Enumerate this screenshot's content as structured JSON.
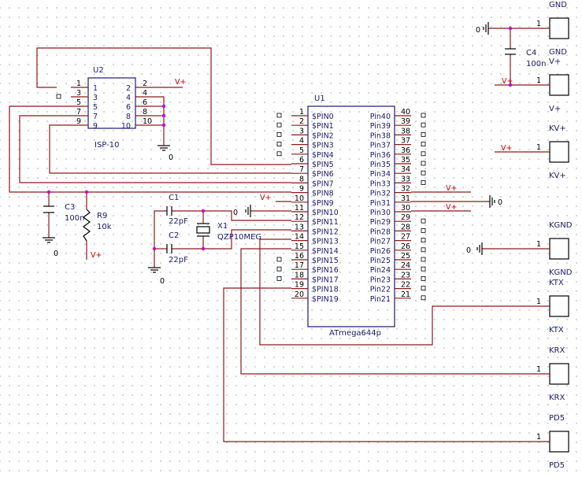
{
  "u1": {
    "ref": "U1",
    "name": "ATmega644p",
    "left_pins": [
      {
        "num": "1",
        "label": "$PIN0"
      },
      {
        "num": "2",
        "label": "$PIN1"
      },
      {
        "num": "3",
        "label": "$PIN2"
      },
      {
        "num": "4",
        "label": "$PIN3"
      },
      {
        "num": "5",
        "label": "$PIN4"
      },
      {
        "num": "6",
        "label": "$PIN5"
      },
      {
        "num": "7",
        "label": "$PIN6"
      },
      {
        "num": "8",
        "label": "$PIN7"
      },
      {
        "num": "9",
        "label": "$PIN8"
      },
      {
        "num": "10",
        "label": "$PIN9"
      },
      {
        "num": "11",
        "label": "$PIN10"
      },
      {
        "num": "12",
        "label": "$PIN11"
      },
      {
        "num": "13",
        "label": "$PIN12"
      },
      {
        "num": "14",
        "label": "$PIN13"
      },
      {
        "num": "15",
        "label": "$PIN14"
      },
      {
        "num": "16",
        "label": "$PIN15"
      },
      {
        "num": "17",
        "label": "$PIN16"
      },
      {
        "num": "18",
        "label": "$PIN17"
      },
      {
        "num": "19",
        "label": "$PIN18"
      },
      {
        "num": "20",
        "label": "$PIN19"
      }
    ],
    "right_pins": [
      {
        "num": "40",
        "label": "Pin40"
      },
      {
        "num": "39",
        "label": "Pin39"
      },
      {
        "num": "38",
        "label": "Pin38"
      },
      {
        "num": "37",
        "label": "Pin37"
      },
      {
        "num": "36",
        "label": "Pin36"
      },
      {
        "num": "35",
        "label": "Pin35"
      },
      {
        "num": "34",
        "label": "Pin34"
      },
      {
        "num": "33",
        "label": "Pin33"
      },
      {
        "num": "32",
        "label": "Pin32"
      },
      {
        "num": "31",
        "label": "Pin31"
      },
      {
        "num": "30",
        "label": "Pin30"
      },
      {
        "num": "29",
        "label": "Pin29"
      },
      {
        "num": "28",
        "label": "Pin28"
      },
      {
        "num": "27",
        "label": "Pin27"
      },
      {
        "num": "26",
        "label": "Pin26"
      },
      {
        "num": "25",
        "label": "Pin25"
      },
      {
        "num": "24",
        "label": "Pin24"
      },
      {
        "num": "23",
        "label": "Pin23"
      },
      {
        "num": "22",
        "label": "Pin22"
      },
      {
        "num": "21",
        "label": "Pin21"
      }
    ]
  },
  "u2": {
    "ref": "U2",
    "name": "ISP-10",
    "rows": [
      {
        "lo": "1",
        "li": "1",
        "ri": "2",
        "ro": "2"
      },
      {
        "lo": "3",
        "li": "3",
        "ri": "4",
        "ro": "4"
      },
      {
        "lo": "5",
        "li": "5",
        "ri": "6",
        "ro": "6"
      },
      {
        "lo": "7",
        "li": "7",
        "ri": "8",
        "ro": "8"
      },
      {
        "lo": "9",
        "li": "9",
        "ri": "10",
        "ro": "10"
      }
    ]
  },
  "components": {
    "c1": {
      "ref": "C1",
      "value": "22pF"
    },
    "c2": {
      "ref": "C2",
      "value": "22pF"
    },
    "c3": {
      "ref": "C3",
      "value": "100n"
    },
    "c4": {
      "ref": "C4",
      "value": "100n"
    },
    "r9": {
      "ref": "R9",
      "value": "10k"
    },
    "x1": {
      "ref": "X1",
      "value": "QZP10MEG"
    }
  },
  "power": {
    "vplus": "V+",
    "gnd_zero": "0"
  },
  "connectors": [
    {
      "name": "GND",
      "pin": "1",
      "top_label": "GND",
      "bottom_label": "GND"
    },
    {
      "name": "V+",
      "pin": "1",
      "top_label": "V+",
      "bottom_label": "V+"
    },
    {
      "name": "KV+",
      "pin": "1",
      "top_label": "KV+",
      "bottom_label": "KV+"
    },
    {
      "name": "KGND",
      "pin": "1",
      "top_label": "KGND",
      "bottom_label": "KGND"
    },
    {
      "name": "KTX",
      "pin": "1",
      "top_label": "KTX",
      "bottom_label": "KTX"
    },
    {
      "name": "KRX",
      "pin": "1",
      "top_label": "KRX",
      "bottom_label": "KRX"
    },
    {
      "name": "PD5",
      "pin": "1",
      "top_label": "PD5",
      "bottom_label": "PD5"
    }
  ]
}
